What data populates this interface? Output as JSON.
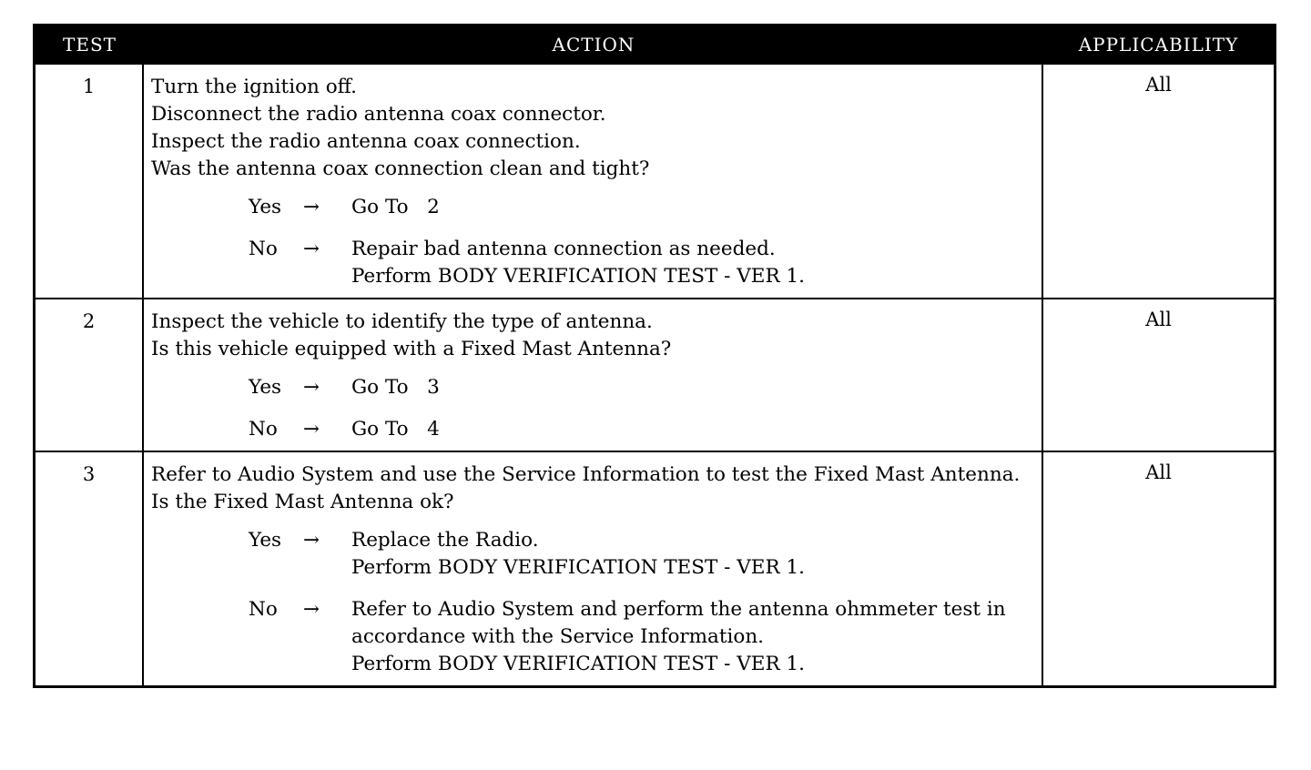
{
  "header": {
    "test": "TEST",
    "action": "ACTION",
    "applicability": "APPLICABILITY"
  },
  "arrow": "→",
  "rows": [
    {
      "test": "1",
      "applicability": "All",
      "lines": [
        "Turn the ignition off.",
        "Disconnect the radio antenna coax connector.",
        "Inspect the radio antenna coax connection.",
        "Was the antenna coax connection clean and tight?"
      ],
      "yes": {
        "label": "Yes",
        "lines": [
          "Go To   2"
        ]
      },
      "no": {
        "label": "No",
        "lines": [
          "Repair bad antenna connection as needed.",
          "Perform BODY VERIFICATION TEST - VER 1."
        ]
      }
    },
    {
      "test": "2",
      "applicability": "All",
      "lines": [
        "Inspect the vehicle to identify the type of antenna.",
        "Is this vehicle equipped with a Fixed Mast Antenna?"
      ],
      "yes": {
        "label": "Yes",
        "lines": [
          "Go To   3"
        ]
      },
      "no": {
        "label": "No",
        "lines": [
          "Go To   4"
        ]
      }
    },
    {
      "test": "3",
      "applicability": "All",
      "lines": [
        "Refer to Audio System and use the Service Information to test the Fixed Mast Antenna.",
        "Is the Fixed Mast Antenna ok?"
      ],
      "yes": {
        "label": "Yes",
        "lines": [
          "Replace the Radio.",
          "Perform BODY VERIFICATION TEST - VER 1."
        ]
      },
      "no": {
        "label": "No",
        "lines": [
          "Refer to Audio System and perform the antenna ohmmeter test in",
          "accordance with the Service Information.",
          "Perform BODY VERIFICATION TEST - VER 1."
        ]
      }
    }
  ]
}
